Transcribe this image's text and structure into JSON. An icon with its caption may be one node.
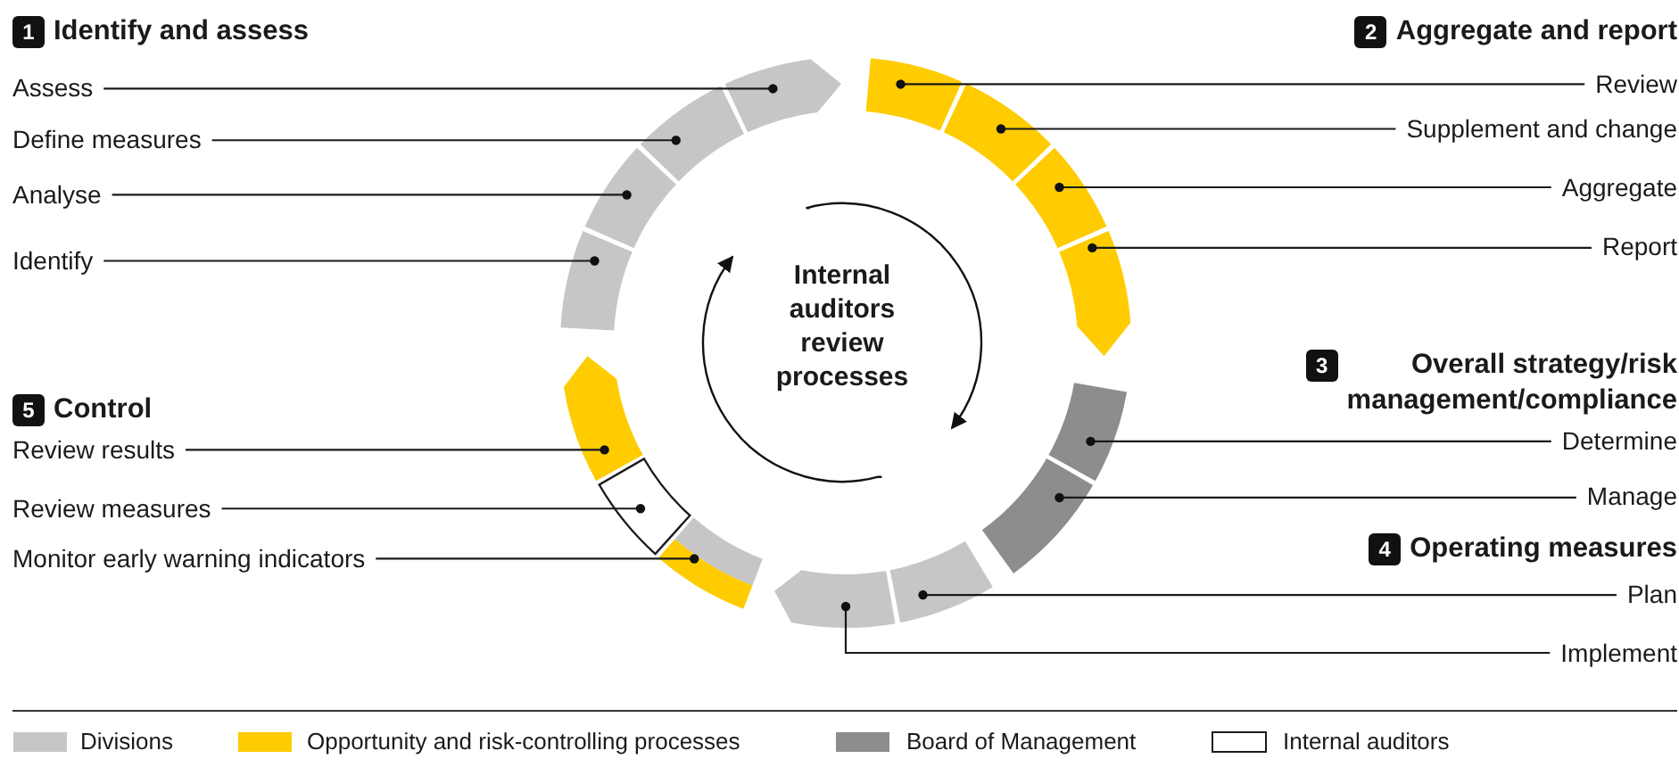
{
  "diagram": {
    "nodes": [
      {
        "text": [
          "Assess"
        ]
      },
      {
        "text": [
          "Define measures"
        ]
      },
      {
        "text": [
          "Analyse"
        ]
      },
      {
        "text": [
          "Identify"
        ]
      },
      {
        "text": [
          "Review"
        ]
      },
      {
        "text": [
          "Supplement and change"
        ]
      },
      {
        "text": [
          "Aggregate"
        ]
      },
      {
        "text": [
          "Report"
        ]
      },
      {
        "text": [
          "Determine"
        ]
      },
      {
        "text": [
          "Manage"
        ]
      },
      {
        "text": [
          "Plan"
        ]
      },
      {
        "text": [
          "Implement"
        ]
      },
      {
        "text": [
          "Review results"
        ]
      },
      {
        "text": [
          "Review measures"
        ]
      },
      {
        "text": [
          "Monitor early warning indicators"
        ]
      },
      {
        "text": [],
        "shape": "arc"
      },
      {
        "text": [],
        "shape": "arc"
      },
      {
        "text": [],
        "shape": "arc"
      },
      {
        "text": [],
        "shape": "arc"
      },
      {
        "text": [],
        "shape": "arc"
      },
      {
        "text": [],
        "shape": "arc"
      },
      {
        "text": [],
        "shape": "arc"
      },
      {
        "text": [],
        "shape": "arc"
      },
      {
        "text": [],
        "shape": "arc"
      },
      {
        "text": [],
        "shape": "arc"
      },
      {
        "text": [],
        "shape": "arc"
      },
      {
        "text": [],
        "shape": "arc"
      },
      {
        "text": [],
        "shape": "arc"
      },
      {
        "text": [],
        "shape": "arc"
      },
      {
        "text": [],
        "shape": "arc"
      }
    ],
    "edges": [
      {
        "from": 0,
        "to": 15,
        "arrow": "other"
      },
      {
        "from": 1,
        "to": 16,
        "arrow": "other"
      },
      {
        "from": 2,
        "to": 17,
        "arrow": "other"
      },
      {
        "from": 3,
        "to": 18,
        "arrow": "other"
      },
      {
        "from": 4,
        "to": 19,
        "arrow": "other"
      },
      {
        "from": 5,
        "to": 20,
        "arrow": "other"
      },
      {
        "from": 6,
        "to": 21,
        "arrow": "other"
      },
      {
        "from": 7,
        "to": 22,
        "arrow": "other"
      },
      {
        "from": 8,
        "to": 23,
        "arrow": "other"
      },
      {
        "from": 9,
        "to": 24,
        "arrow": "other"
      },
      {
        "from": 10,
        "to": 25,
        "arrow": "other"
      },
      {
        "from": 11,
        "to": 26,
        "arrow": "other"
      },
      {
        "from": 12,
        "to": 27,
        "arrow": "other"
      },
      {
        "from": 13,
        "to": 28,
        "arrow": "other"
      },
      {
        "from": 14,
        "to": 29,
        "arrow": "other"
      }
    ],
    "labels": [
      "1",
      "Identify and assess",
      "2",
      "Aggregate and report",
      "Internal auditors review processes",
      "3",
      "Overall strategy/risk management/compliance",
      "5",
      "Control",
      "4",
      "Operating measures"
    ],
    "legend": [
      {
        "text": "Divisions",
        "color": "#c6c6c6"
      },
      {
        "text": "Opportunity and risk-controlling processes",
        "color": "#fecc00"
      },
      {
        "text": "Board of Management",
        "color": "#8d8d8d"
      },
      {
        "text": "Internal auditors",
        "color": "#ffffff"
      }
    ]
  }
}
